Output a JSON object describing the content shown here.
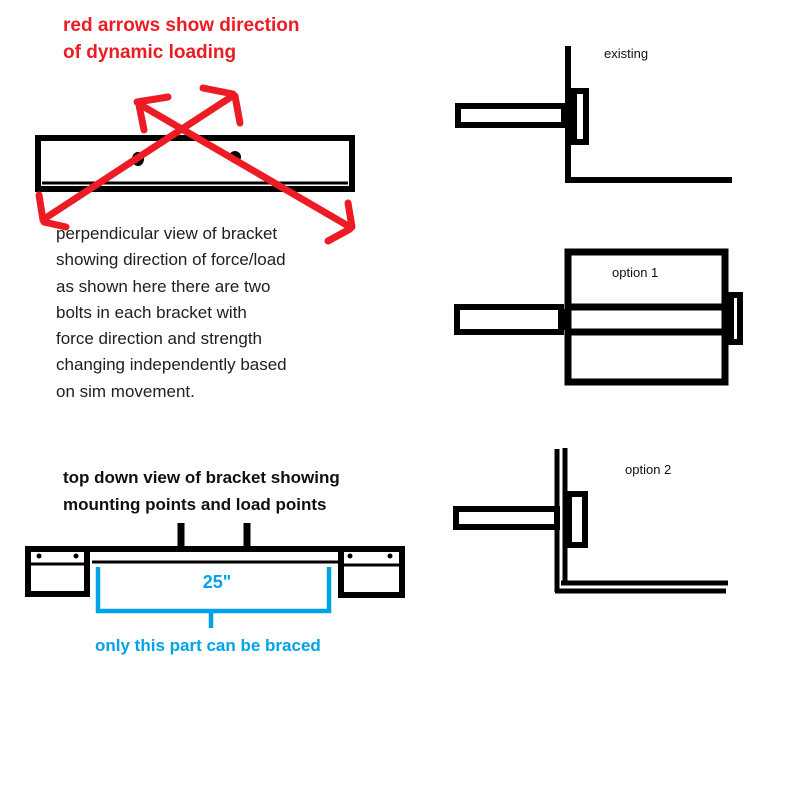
{
  "colors": {
    "red": "#ED1C24",
    "blue": "#00A2E8",
    "ink": "#000000"
  },
  "left": {
    "red_title": "red arrows show direction\nof dynamic loading",
    "perpendicular_note": "perpendicular view of bracket\nshowing direction of force/load\nas shown here there are two\nbolts in each bracket with\nforce direction and strength\nchanging independently based\non sim movement.",
    "topdown_title": "top down view of bracket showing\nmounting points and load points",
    "dimension_label": "25\"",
    "brace_note": "only this part can be braced"
  },
  "right": {
    "existing_label": "existing",
    "option1_label": "option 1",
    "option2_label": "option 2"
  }
}
